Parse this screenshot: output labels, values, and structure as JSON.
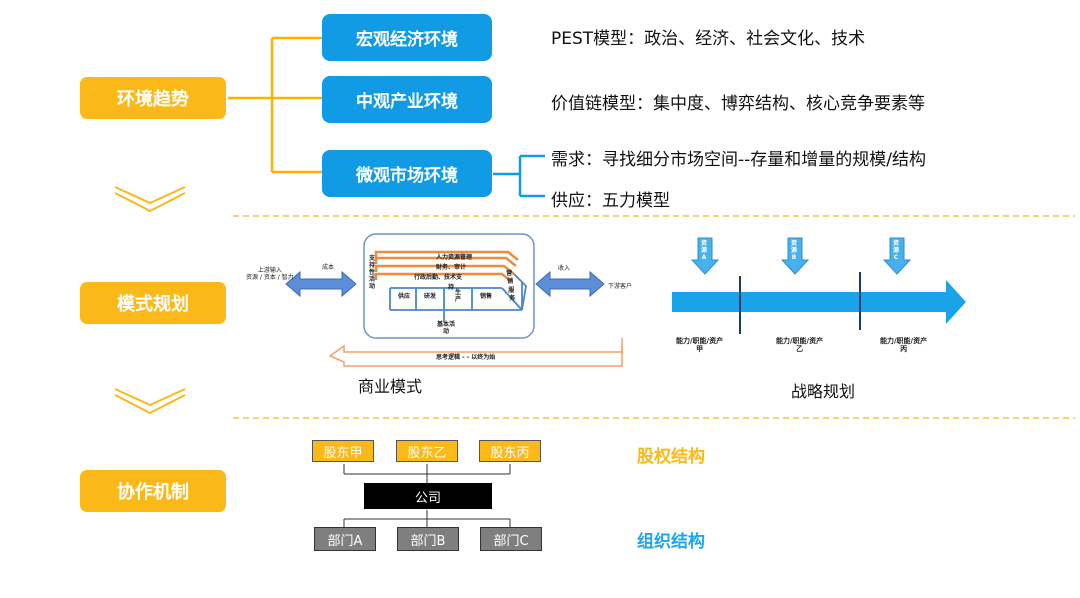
{
  "sections": {
    "env": "环境趋势",
    "mode": "模式规划",
    "coop": "协作机制"
  },
  "env_items": {
    "macro": {
      "label": "宏观经济环境",
      "desc": "PEST模型：政治、经济、社会文化、技术"
    },
    "meso": {
      "label": "中观产业环境",
      "desc": "价值链模型：集中度、博弈结构、核心竞争要素等"
    },
    "micro": {
      "label": "微观市场环境",
      "demand": "需求：寻找细分市场空间--存量和增量的规模/结构",
      "supply": "供应：五力模型"
    }
  },
  "business_model": {
    "caption": "商业模式",
    "upstream": "上游输入\n资源 / 资本 / 智力",
    "cost": "成本",
    "income": "收入",
    "downstream": "下游客户",
    "support": "支\n持\n性\n活\n动",
    "hr": "人力资源管理",
    "finance": "财务、审计",
    "admin": "行政后勤、技术支",
    "supply_step": "供应",
    "rnd": "研发",
    "production": "生\n产",
    "sales": "销售",
    "basic": "基本活\n动",
    "service": "营销服务",
    "hold": "持",
    "reverse": "思考逻辑 - - 以终为始"
  },
  "strategy": {
    "caption": "战略规划",
    "resources": [
      "资\n源\nA",
      "资\n源\nB",
      "资\n源\nC"
    ],
    "stages": [
      "能力/职能/资产\n甲",
      "能力/职能/资产\n乙",
      "能力/职能/资产\n丙"
    ]
  },
  "structure": {
    "shareholders": [
      "股东甲",
      "股东乙",
      "股东丙"
    ],
    "company": "公司",
    "departments": [
      "部门A",
      "部门B",
      "部门C"
    ],
    "equity_label": "股权结构",
    "org_label": "组织结构"
  },
  "colors": {
    "yellow": "#fbb819",
    "blue": "#109be4",
    "connector": "#f7b500",
    "arrow_blue": "#1aa3e8",
    "dash": "#f5c04a",
    "equity": "#fbb819",
    "org": "#20a6e8"
  }
}
